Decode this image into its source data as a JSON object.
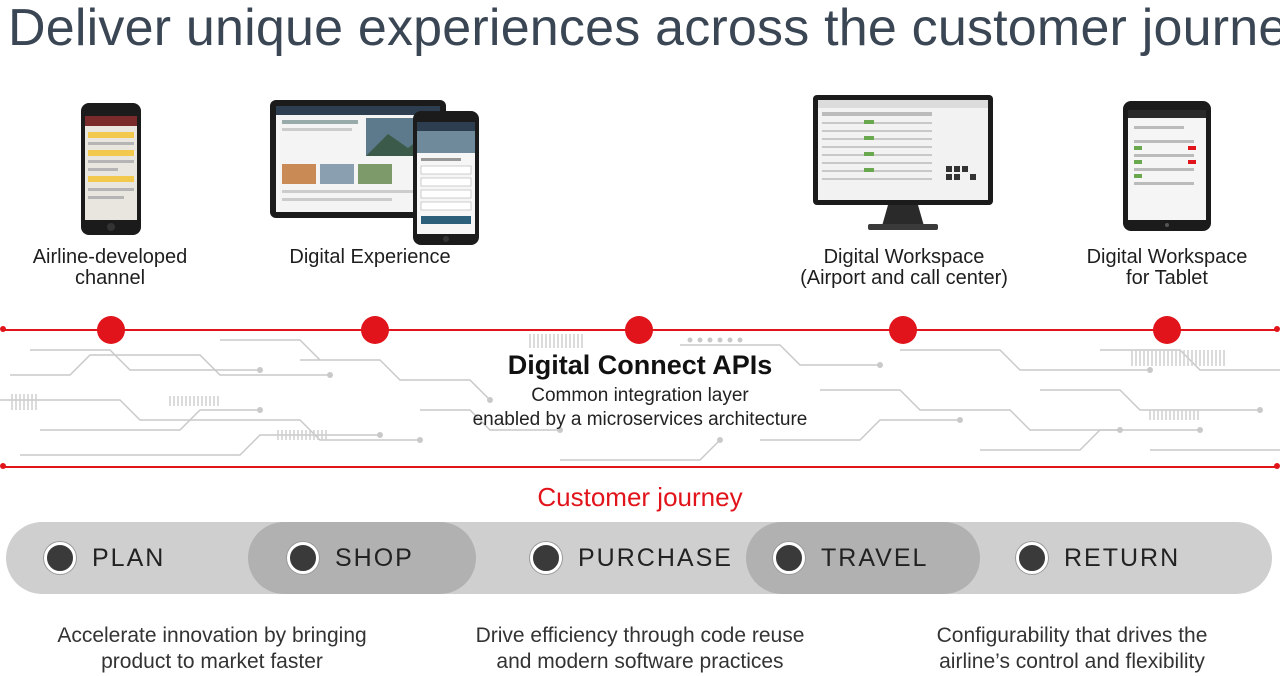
{
  "title": "Deliver unique experiences across the customer journey",
  "devices": [
    {
      "label_line1": "Airline-developed",
      "label_line2": "channel"
    },
    {
      "label_line1": "Digital Experience",
      "label_line2": ""
    },
    {
      "label_line1": "Digital Workspace",
      "label_line2": "(Airport and call center)"
    },
    {
      "label_line1": "Digital Workspace",
      "label_line2": "for Tablet"
    }
  ],
  "api": {
    "title": "Digital Connect APIs",
    "subtitle_line1": "Common integration layer",
    "subtitle_line2": "enabled by a microservices architecture"
  },
  "journey": {
    "label": "Customer journey",
    "stages": [
      "PLAN",
      "SHOP",
      "PURCHASE",
      "TRAVEL",
      "RETURN"
    ]
  },
  "benefits": [
    {
      "line1": "Accelerate innovation by bringing",
      "line2": "product to market faster"
    },
    {
      "line1": "Drive efficiency through code reuse",
      "line2": "and modern software practices"
    },
    {
      "line1": "Configurability that drives the",
      "line2": "airline’s control and flexibility"
    }
  ],
  "colors": {
    "accent": "#e1141b",
    "title": "#3a4654",
    "bar": "#cfcfcf",
    "bar_highlight": "#b1b1b1"
  },
  "icons": [
    "smartphone-icon",
    "laptop-icon",
    "tablet-icon",
    "desktop-monitor-icon",
    "tablet-icon"
  ]
}
